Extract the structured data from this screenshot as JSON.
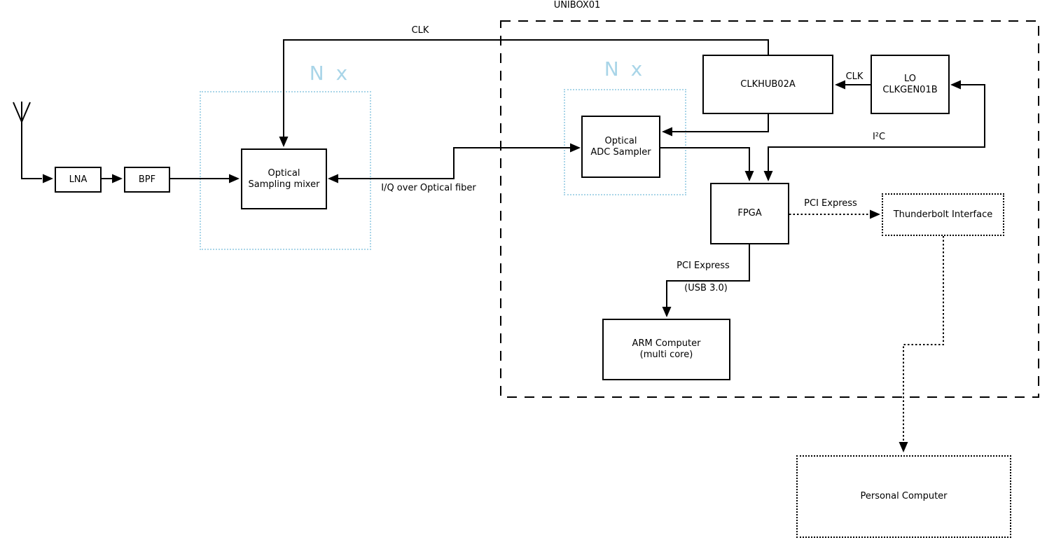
{
  "title": "UNIBOX01",
  "colors": {
    "line": "#000000",
    "accent_blue": "#a9d5e8",
    "background": "#ffffff"
  },
  "groups": {
    "mixer_group_label": "N x",
    "adc_group_label": "N x"
  },
  "nodes": {
    "lna": {
      "label": "LNA"
    },
    "bpf": {
      "label": "BPF"
    },
    "mixer": {
      "line1": "Optical",
      "line2": "Sampling mixer"
    },
    "adc": {
      "line1": "Optical",
      "line2": "ADC Sampler"
    },
    "clkhub": {
      "label": "CLKHUB02A"
    },
    "lo": {
      "line1": "LO",
      "line2": "CLKGEN01B"
    },
    "fpga": {
      "label": "FPGA"
    },
    "thunderbolt": {
      "label": "Thunderbolt Interface"
    },
    "arm": {
      "line1": "ARM Computer",
      "line2": "(multi core)"
    },
    "pc": {
      "label": "Personal Computer"
    }
  },
  "edge_labels": {
    "clk_main": "CLK",
    "clk_lo_hub": "CLK",
    "i2c": "I²C",
    "iq_fiber": "I/Q over Optical fiber",
    "pci_express_tb": "PCI Express",
    "pci_express_arm": "PCI Express",
    "usb30": "(USB 3.0)"
  }
}
